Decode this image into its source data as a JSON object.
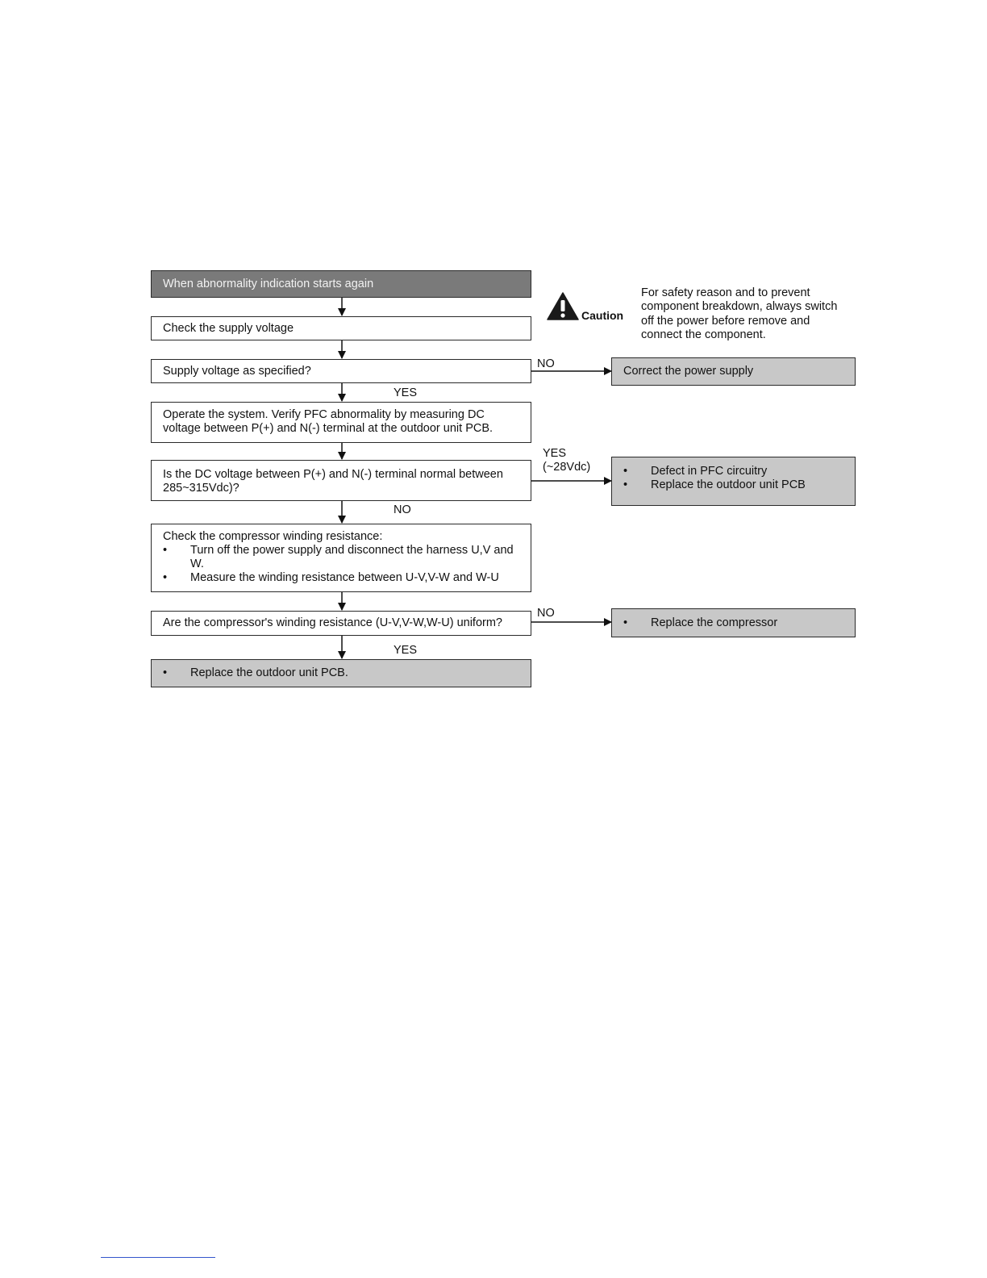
{
  "caution": {
    "label": "Caution",
    "icon": "warning-triangle-icon",
    "note": "For safety reason and to prevent component breakdown, always switch off the power before remove and connect the component."
  },
  "steps": {
    "start": "When abnormality indication starts again",
    "check_supply": "Check the supply voltage",
    "supply_question": "Supply voltage as specified?",
    "operate_system": "Operate the system. Verify PFC abnormality by measuring DC voltage between P(+) and N(-) terminal at the outdoor unit PCB.",
    "dc_question": "Is the DC voltage between P(+) and N(-) terminal normal between 285~315Vdc)?",
    "check_compressor": {
      "title": "Check the compressor winding resistance:",
      "items": [
        "Turn off the power supply and disconnect the harness U,V and W.",
        "Measure the winding resistance between U-V,V-W and W-U"
      ]
    },
    "winding_question": "Are the compressor's winding resistance (U-V,V-W,W-U) uniform?",
    "replace_pcb_final": "Replace the outdoor unit PCB."
  },
  "outcomes": {
    "correct_power": "Correct the power supply",
    "pfc_defect": [
      "Defect in PFC circuitry",
      "Replace the outdoor unit PCB"
    ],
    "replace_compressor": "Replace the compressor"
  },
  "labels": {
    "no_supply": "NO",
    "yes_supply": "YES",
    "yes_dc": "YES",
    "yes_dc_value": "(~28Vdc)",
    "no_dc": "NO",
    "no_winding": "NO",
    "yes_winding": "YES"
  }
}
